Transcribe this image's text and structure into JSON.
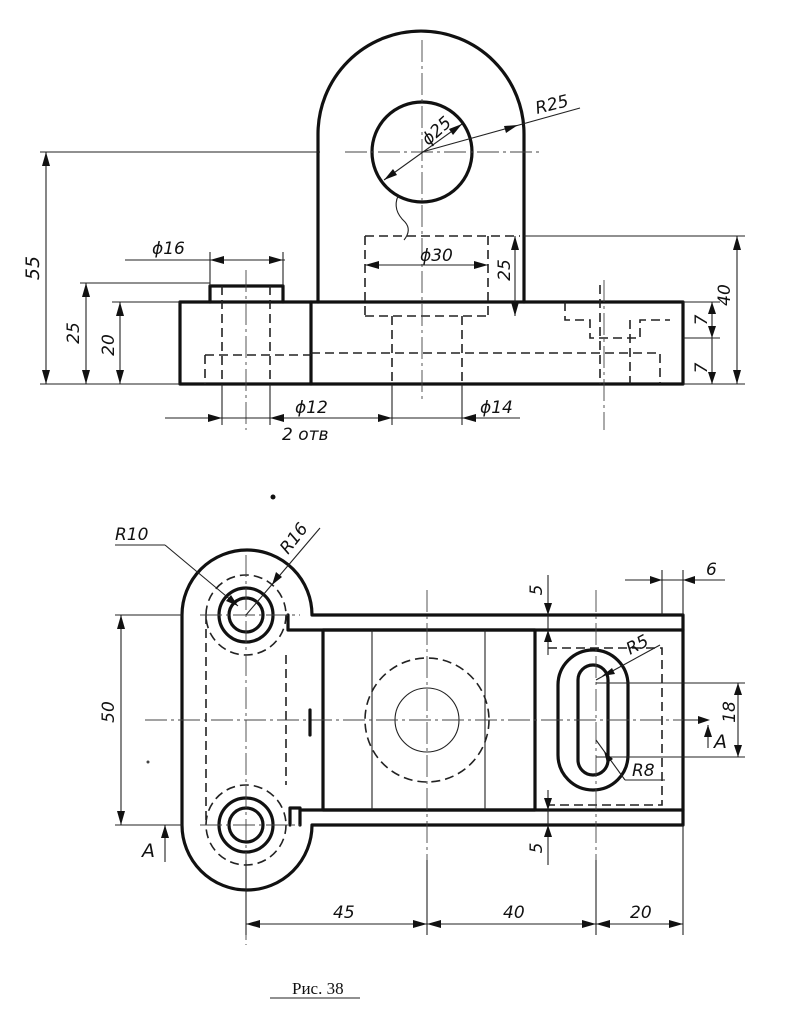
{
  "front_view": {
    "dim_55": "55",
    "dim_25_left": "25",
    "dim_20": "20",
    "dim_phi16": "ϕ16",
    "dim_phi25": "ϕ25",
    "dim_r25": "R25",
    "dim_phi30": "ϕ30",
    "dim_25_boss": "25",
    "dim_40": "40",
    "dim_7_top": "7",
    "dim_7_bottom": "7",
    "dim_phi12": "ϕ12",
    "dim_holes": "2 отв",
    "dim_phi14": "ϕ14"
  },
  "top_view": {
    "dim_r10": "R10",
    "dim_r16": "R16",
    "dim_50": "50",
    "dim_5_top": "5",
    "dim_5_bottom": "5",
    "dim_6": "6",
    "dim_r5": "R5",
    "dim_18": "18",
    "dim_r8": "R8",
    "dim_45": "45",
    "dim_40": "40",
    "dim_20": "20",
    "section_label_left": "A",
    "section_label_right": "A"
  },
  "caption": "Рис. 38"
}
